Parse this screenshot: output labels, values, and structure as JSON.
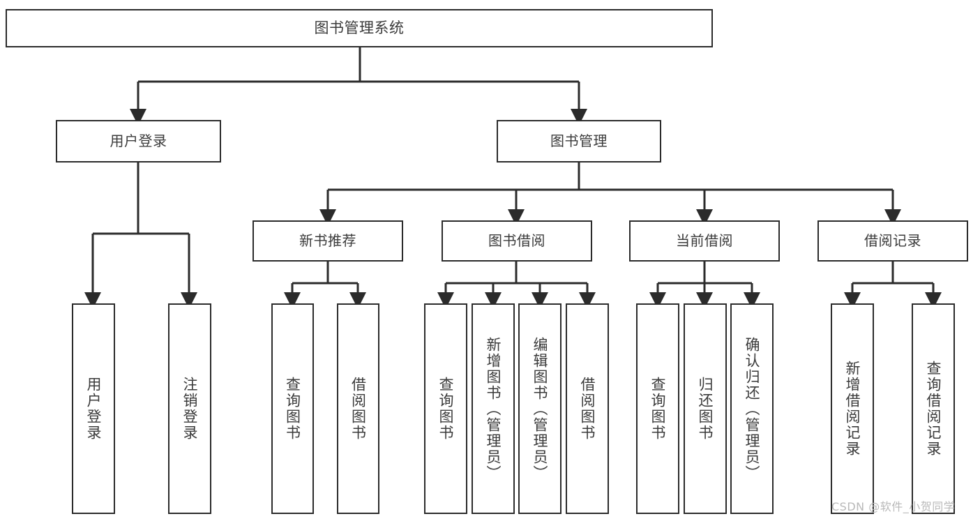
{
  "diagram": {
    "title": "图书管理系统",
    "type": "hierarchy-tree",
    "watermark": "CSDN @软件_小贺同学",
    "colors": {
      "stroke": "#2b2b2b",
      "text": "#3a3a3a",
      "background": "#ffffff",
      "watermark": "#b9b9b9"
    }
  },
  "nodes": {
    "root": {
      "label": "图书管理系统"
    },
    "level1": [
      {
        "id": "user-login",
        "label": "用户登录"
      },
      {
        "id": "book-manage",
        "label": "图书管理"
      }
    ],
    "level2": [
      {
        "id": "new-book-rec",
        "label": "新书推荐"
      },
      {
        "id": "book-borrow",
        "label": "图书借阅"
      },
      {
        "id": "current-borrow",
        "label": "当前借阅"
      },
      {
        "id": "borrow-record",
        "label": "借阅记录"
      }
    ],
    "leaves": {
      "user-login": [
        {
          "id": "leaf-user-login",
          "label": "用户登录"
        },
        {
          "id": "leaf-user-logout",
          "label": "注销登录"
        }
      ],
      "new-book-rec": [
        {
          "id": "leaf-query-book-1",
          "label": "查询图书"
        },
        {
          "id": "leaf-borrow-book-1",
          "label": "借阅图书"
        }
      ],
      "book-borrow": [
        {
          "id": "leaf-query-book-2",
          "label": "查询图书"
        },
        {
          "id": "leaf-add-book",
          "label": "新增图书（管理员）"
        },
        {
          "id": "leaf-edit-book",
          "label": "编辑图书（管理员）"
        },
        {
          "id": "leaf-borrow-book-2",
          "label": "借阅图书"
        }
      ],
      "current-borrow": [
        {
          "id": "leaf-query-book-3",
          "label": "查询图书"
        },
        {
          "id": "leaf-return-book",
          "label": "归还图书"
        },
        {
          "id": "leaf-confirm-return",
          "label": "确认归还（管理员）"
        }
      ],
      "borrow-record": [
        {
          "id": "leaf-add-record",
          "label": "新增借阅记录"
        },
        {
          "id": "leaf-query-record",
          "label": "查询借阅记录"
        }
      ]
    }
  }
}
